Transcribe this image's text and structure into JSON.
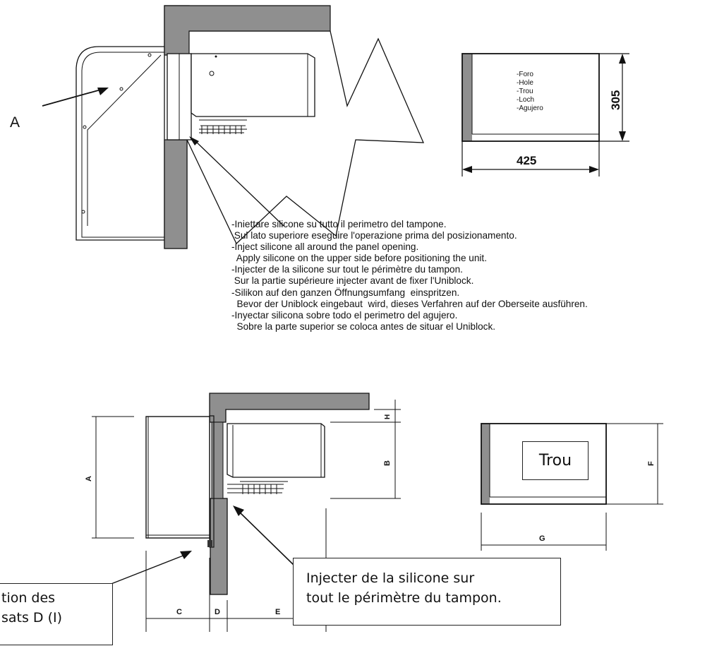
{
  "top_diagram": {
    "label_a": "A",
    "hole_labels": [
      "-Foro",
      "-Hole",
      "-Trou",
      "-Loch",
      "-Agujero"
    ],
    "dim_width": "425",
    "dim_height": "305"
  },
  "instructions": [
    "-Iniettare silicone su tutto il perimetro del tampone.",
    " Sul lato superiore eseguire l'operazione prima del posizionamento.",
    "-Inject silicone all around the panel opening.",
    "  Apply silicone on the upper side before positioning the unit.",
    "-Injecter de la silicone sur tout le périmètre du tampon.",
    " Sur la partie supérieure injecter avant de fixer l'Uniblock.",
    "-Silikon auf den ganzen Öffnungsumfang  einspritzen.",
    "  Bevor der Uniblock eingebaut  wird, dieses Verfahren auf der Oberseite ausführen.",
    "-Inyectar silicona sobre todo el perimetro del agujero.",
    "  Sobre la parte superior se coloca antes de situar el Uniblock."
  ],
  "bottom_diagram": {
    "dim_a": "A",
    "dim_b": "B",
    "dim_h": "H",
    "dim_c": "C",
    "dim_d": "D",
    "dim_e": "E",
    "dim_f": "F",
    "dim_g": "G",
    "hole_label": "Trou",
    "callout_left_lines": [
      "tion des",
      "sats D (I)"
    ],
    "callout_right_lines": [
      "Injecter de la silicone sur",
      "tout le périmètre du tampon."
    ]
  }
}
